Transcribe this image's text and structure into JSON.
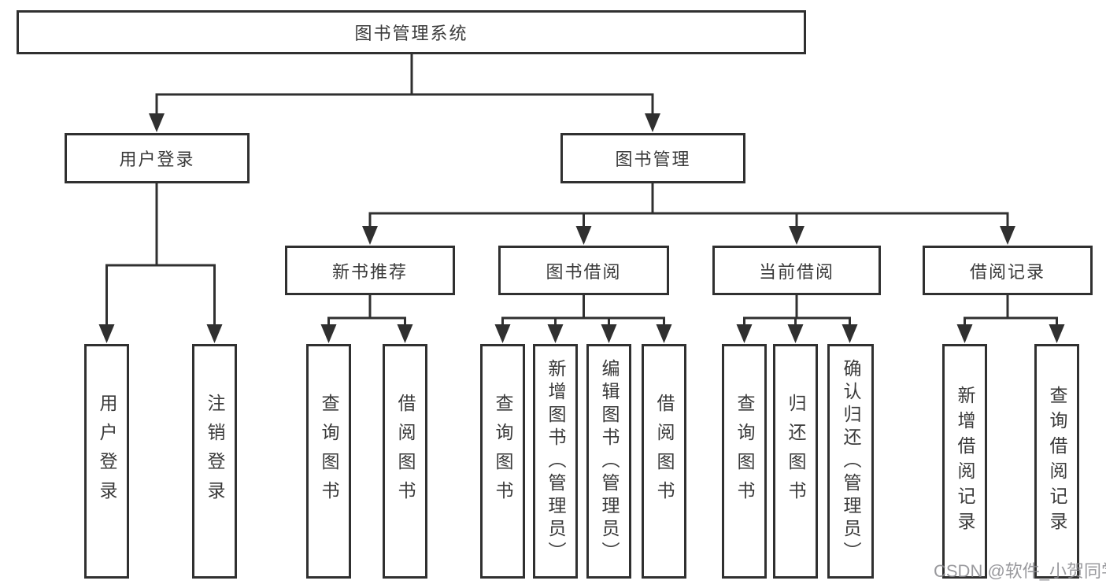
{
  "diagram": {
    "root": {
      "label": "图书管理系统"
    },
    "level2": [
      {
        "label": "用户登录"
      },
      {
        "label": "图书管理"
      }
    ],
    "level3": [
      {
        "label": "新书推荐"
      },
      {
        "label": "图书借阅"
      },
      {
        "label": "当前借阅"
      },
      {
        "label": "借阅记录"
      }
    ],
    "leaves": {
      "login": [
        "用户登录",
        "注销登录"
      ],
      "newbook": [
        "查询图书",
        "借阅图书"
      ],
      "borrow": [
        "查询图书",
        "新增图书（管理员）",
        "编辑图书（管理员）",
        "借阅图书"
      ],
      "current": [
        "查询图书",
        "归还图书",
        "确认归还（管理员）"
      ],
      "record": [
        "新增借阅记录",
        "查询借阅记录"
      ]
    }
  },
  "watermark": {
    "text": "CSDN @软件_小贺同学"
  },
  "colors": {
    "line": "#303030",
    "text": "#3a3a3a",
    "background": "#ffffff",
    "watermark": "#87878c"
  }
}
